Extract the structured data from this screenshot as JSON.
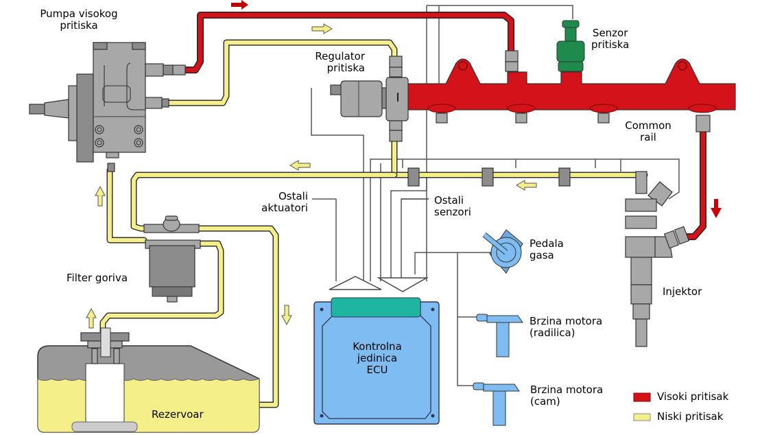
{
  "labels": {
    "pump": [
      "Pumpa visokog",
      "pritiska"
    ],
    "regulator": [
      "Regulator",
      "pritiska"
    ],
    "sensor": [
      "Senzor",
      "pritiska"
    ],
    "rail": [
      "Common",
      "rail"
    ],
    "actuators": [
      "Ostali",
      "aktuatori"
    ],
    "sensors": [
      "Ostali",
      "senzori"
    ],
    "pedal": [
      "Pedala",
      "gasa"
    ],
    "filter": "Filter goriva",
    "injector": "Injektor",
    "crank": [
      "Brzina motora",
      "(radilica)"
    ],
    "cam": [
      "Brzina motora",
      "(cam)"
    ],
    "ecu": [
      "Kontrolna",
      "jedinica",
      "ECU"
    ],
    "tank": "Rezervoar"
  },
  "legend": [
    {
      "label": "Visoki pritisak",
      "color": "#d4121a"
    },
    {
      "label": "Niski pritisak",
      "color": "#f5ef8a"
    }
  ],
  "colors": {
    "high_pressure": "#d4121a",
    "low_pressure": "#f5ef8a",
    "metal": "#a8a8a8",
    "ecu": "#7fbcf2",
    "ecu_connector": "#1fb5a0",
    "sensor_green": "#1e8a4c"
  }
}
